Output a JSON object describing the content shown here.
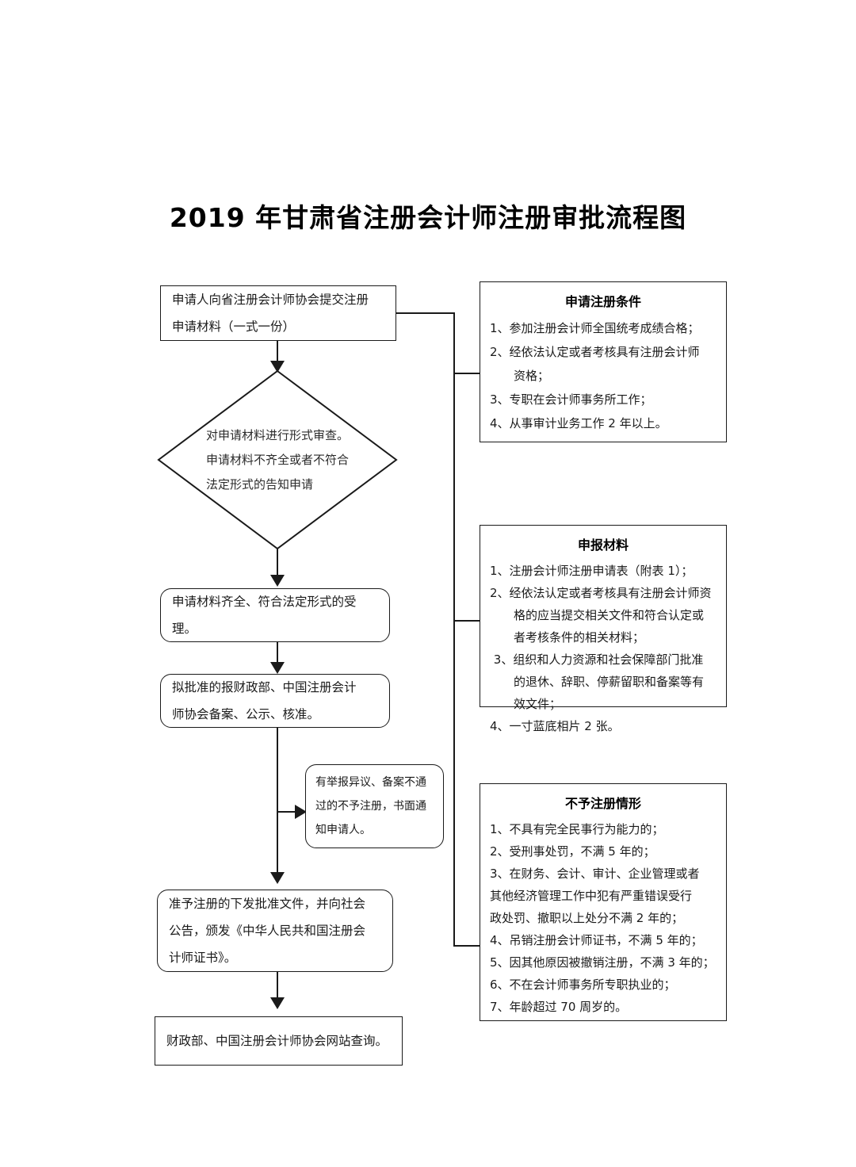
{
  "title": "2019 年甘肃省注册会计师注册审批流程图",
  "flow": {
    "start": {
      "text": "申请人向省注册会计师协会提交注册\n申请材料（一式一份）"
    },
    "decision": {
      "text": "对申请材料进行形式审查。申请材料不齐全或者不符合法定形式的告知申请"
    },
    "accept": {
      "text": "申请材料齐全、符合法定形式的受\n理。"
    },
    "approve": {
      "text": "拟批准的报财政部、中国注册会计\n师协会备案、公示、核准。"
    },
    "note": {
      "text": "有举报异议、备案不通\n过的不予注册，书面通\n知申请人。"
    },
    "issue": {
      "text": "准予注册的下发批准文件，并向社会\n公告，颁发《中华人民共和国注册会\n计师证书》。"
    },
    "query": {
      "text": "财政部、中国注册会计师协会网站查询。"
    }
  },
  "panels": [
    {
      "id": "conditions",
      "title": "申请注册条件",
      "items": [
        "1、参加注册会计师全国统考成绩合格；",
        "2、经依法认定或者考核具有注册会计师\n　　资格；",
        "3、专职在会计师事务所工作；",
        "4、从事审计业务工作 2 年以上。"
      ]
    },
    {
      "id": "materials",
      "title": "申报材料",
      "items": [
        "1、注册会计师注册申请表（附表 1）；",
        "2、经依法认定或者考核具有注册会计师资\n　　格的应当提交相关文件和符合认定或\n　　者考核条件的相关材料；",
        " 3、组织和人力资源和社会保障部门批准\n　　的退休、辞职、停薪留职和备案等有\n　　效文件；",
        "4、一寸蓝底相片 2 张。"
      ]
    },
    {
      "id": "refusal",
      "title": "不予注册情形",
      "items": [
        "1、不具有完全民事行为能力的；",
        "2、受刑事处罚，不满 5 年的；",
        "3、在财务、会计、审计、企业管理或者\n其他经济管理工作中犯有严重错误受行\n政处罚、撤职以上处分不满 2 年的；",
        "4、吊销注册会计师证书，不满 5 年的；",
        "5、因其他原因被撤销注册，不满 3 年的；",
        "6、不在会计师事务所专职执业的；",
        "7、年龄超过 70 周岁的。"
      ]
    }
  ]
}
